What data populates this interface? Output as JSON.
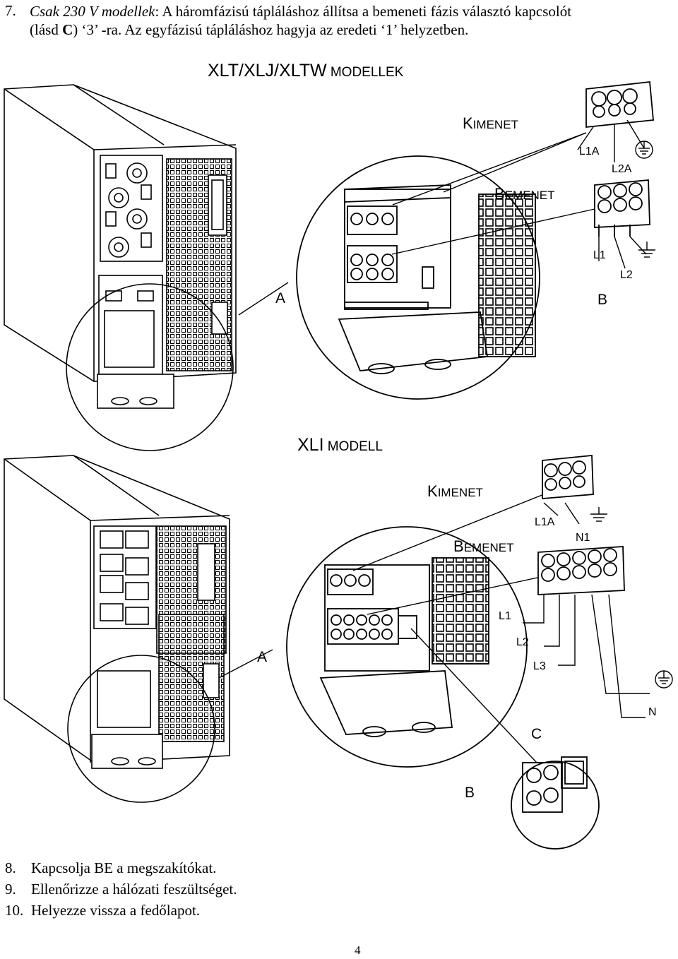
{
  "instructions": {
    "step7": {
      "number": "7.",
      "italic": "Csak 230 V modellek",
      "line1_rest": ": A háromfázisú tápláláshoz állítsa a bemeneti fázis választó kapcsolót",
      "line2_pre": "(lásd ",
      "line2_bold": "C",
      "line2_post": ") ‘3’ -ra. Az egyfázisú tápláláshoz hagyja az eredeti ‘1’ helyzetben."
    }
  },
  "figure1": {
    "heading_main": "XLT/XLJ/XLTW",
    "heading_small": " MODELLEK",
    "kimenet_cap": "K",
    "kimenet_rest": "IMENET",
    "bemenet_cap": "B",
    "bemenet_rest": "EMENET",
    "out_terms": [
      "L1A",
      "L2A"
    ],
    "in_terms": [
      "L1",
      "L2"
    ],
    "callout_a": "A",
    "callout_b": "B"
  },
  "figure2": {
    "heading_main": "XLI",
    "heading_small": " MODELL",
    "kimenet_cap": "K",
    "kimenet_rest": "IMENET",
    "bemenet_cap": "B",
    "bemenet_rest": "EMENET",
    "out_terms": [
      "L1A",
      "N1"
    ],
    "in_terms": [
      "L1",
      "L2",
      "L3",
      "N"
    ],
    "callout_a": "A",
    "callout_b": "B",
    "callout_c": "C"
  },
  "steps": [
    {
      "number": "8.",
      "text": "Kapcsolja BE a megszakítókat."
    },
    {
      "number": "9.",
      "text": "Ellenőrizze a hálózati feszültséget."
    },
    {
      "number": "10.",
      "text": "Helyezze vissza a fedőlapot."
    }
  ],
  "page_number": "4"
}
